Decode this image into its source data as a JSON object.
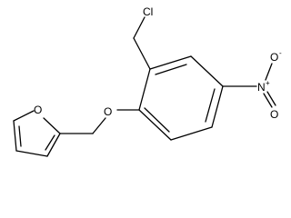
{
  "atoms": {
    "chlorine": "Cl",
    "ring_oxygen_furan": "O",
    "ether_oxygen": "O",
    "nitro_nitrogen": "N",
    "nitro_oxygen_top": "O",
    "nitro_oxygen_bottom": "O"
  },
  "charges": {
    "nitro_nitrogen": "+",
    "nitro_oxygen_top": "-"
  }
}
